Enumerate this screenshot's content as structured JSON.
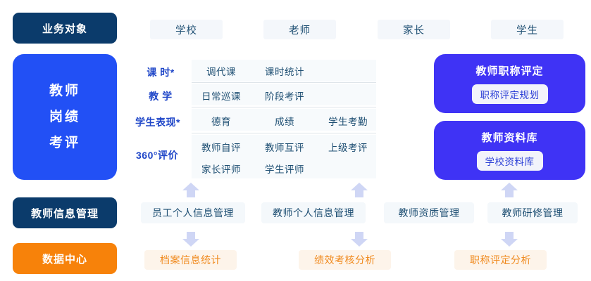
{
  "rail": {
    "business_object": "业务对象",
    "main_title_lines": [
      "教师",
      "岗绩",
      "考评"
    ],
    "teacher_info_mgmt": "教师信息管理",
    "data_center": "数据中心"
  },
  "audiences": [
    {
      "label": "学校"
    },
    {
      "label": "老师"
    },
    {
      "label": "家长"
    },
    {
      "label": "学生"
    }
  ],
  "matrix": {
    "rows": [
      {
        "label": "课 时*",
        "cells": [
          "调代课",
          "课时统计"
        ]
      },
      {
        "label": "教 学",
        "cells": [
          "日常巡课",
          "阶段考评"
        ]
      },
      {
        "label": "学生表现*",
        "cells": [
          "德育",
          "成绩",
          "学生考勤"
        ]
      },
      {
        "label": "360°评价",
        "cells": [
          "教师自评",
          "教师互评",
          "上级考评"
        ],
        "cells2": [
          "家长评师",
          "学生评师"
        ]
      }
    ]
  },
  "cards": [
    {
      "title": "教师职称评定",
      "pill": "职称评定规划"
    },
    {
      "title": "教师资料库",
      "pill": "学校资料库"
    }
  ],
  "management_row": [
    {
      "label": "员工个人信息管理"
    },
    {
      "label": "教师个人信息管理"
    },
    {
      "label": "教师资质管理"
    },
    {
      "label": "教师研修管理"
    }
  ],
  "data_row": [
    {
      "label": "档案信息统计"
    },
    {
      "label": "绩效考核分析"
    },
    {
      "label": "职称评定分析"
    }
  ],
  "colors": {
    "navy": "#0b3b6b",
    "blue": "#2250f5",
    "purple": "#3f33f5",
    "orange": "#f7820a",
    "chip_bg": "#f4f7fb",
    "chip_text": "#1d4e72",
    "data_chip_bg": "#fdf4ea",
    "data_chip_text": "#f08a1e",
    "arrow": "#cfd6f5"
  }
}
